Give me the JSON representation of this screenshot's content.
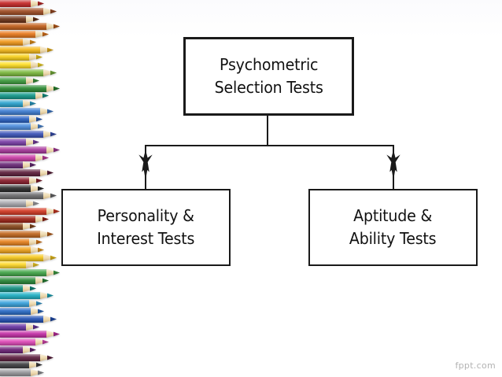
{
  "slide": {
    "background_color": "#ffffff",
    "watermark_text": "fppt.com"
  },
  "diagram": {
    "type": "hierarchy",
    "line_color": "#1a1a1a",
    "box_fill": "#ffffff",
    "box_border_color": "#1a1a1a",
    "nodes": {
      "root": {
        "label": "Psychometric\nSelection Tests"
      },
      "left": {
        "label": "Personality &\nInterest Tests"
      },
      "right": {
        "label": "Aptitude &\nAbility Tests"
      }
    },
    "edges": [
      {
        "from": "root",
        "to": "left",
        "arrow": "barbed-down"
      },
      {
        "from": "root",
        "to": "right",
        "arrow": "barbed-down"
      }
    ]
  },
  "decoration": {
    "pencil_colors": [
      "#c62828",
      "#a14d24",
      "#6d3318",
      "#c2601c",
      "#e8791d",
      "#f2991c",
      "#f6b91b",
      "#f8d11a",
      "#ffdf26",
      "#7cb93e",
      "#3f9e3f",
      "#2c8a33",
      "#159a8c",
      "#2ba3cf",
      "#3f7fd4",
      "#2a62c4",
      "#4f8fe0",
      "#3b53b8",
      "#7b3fa8",
      "#a93a9e",
      "#cc3fa8",
      "#6a2a78",
      "#5e1f3c",
      "#8c1f2e",
      "#2b2b2b",
      "#6e6e70",
      "#a8a8ae",
      "#d43a24",
      "#a02417",
      "#8a4a1e",
      "#c2671f",
      "#e8831f",
      "#f2a41e",
      "#f6c81d",
      "#ffd92b",
      "#43a649",
      "#2b8a3a",
      "#169183",
      "#1fb0c4",
      "#38a2dc",
      "#2a6cc8",
      "#2150b4",
      "#6a35a4",
      "#c42fa6",
      "#e04ab8",
      "#6d2478",
      "#5e2040",
      "#3f3f42",
      "#97989c"
    ]
  }
}
